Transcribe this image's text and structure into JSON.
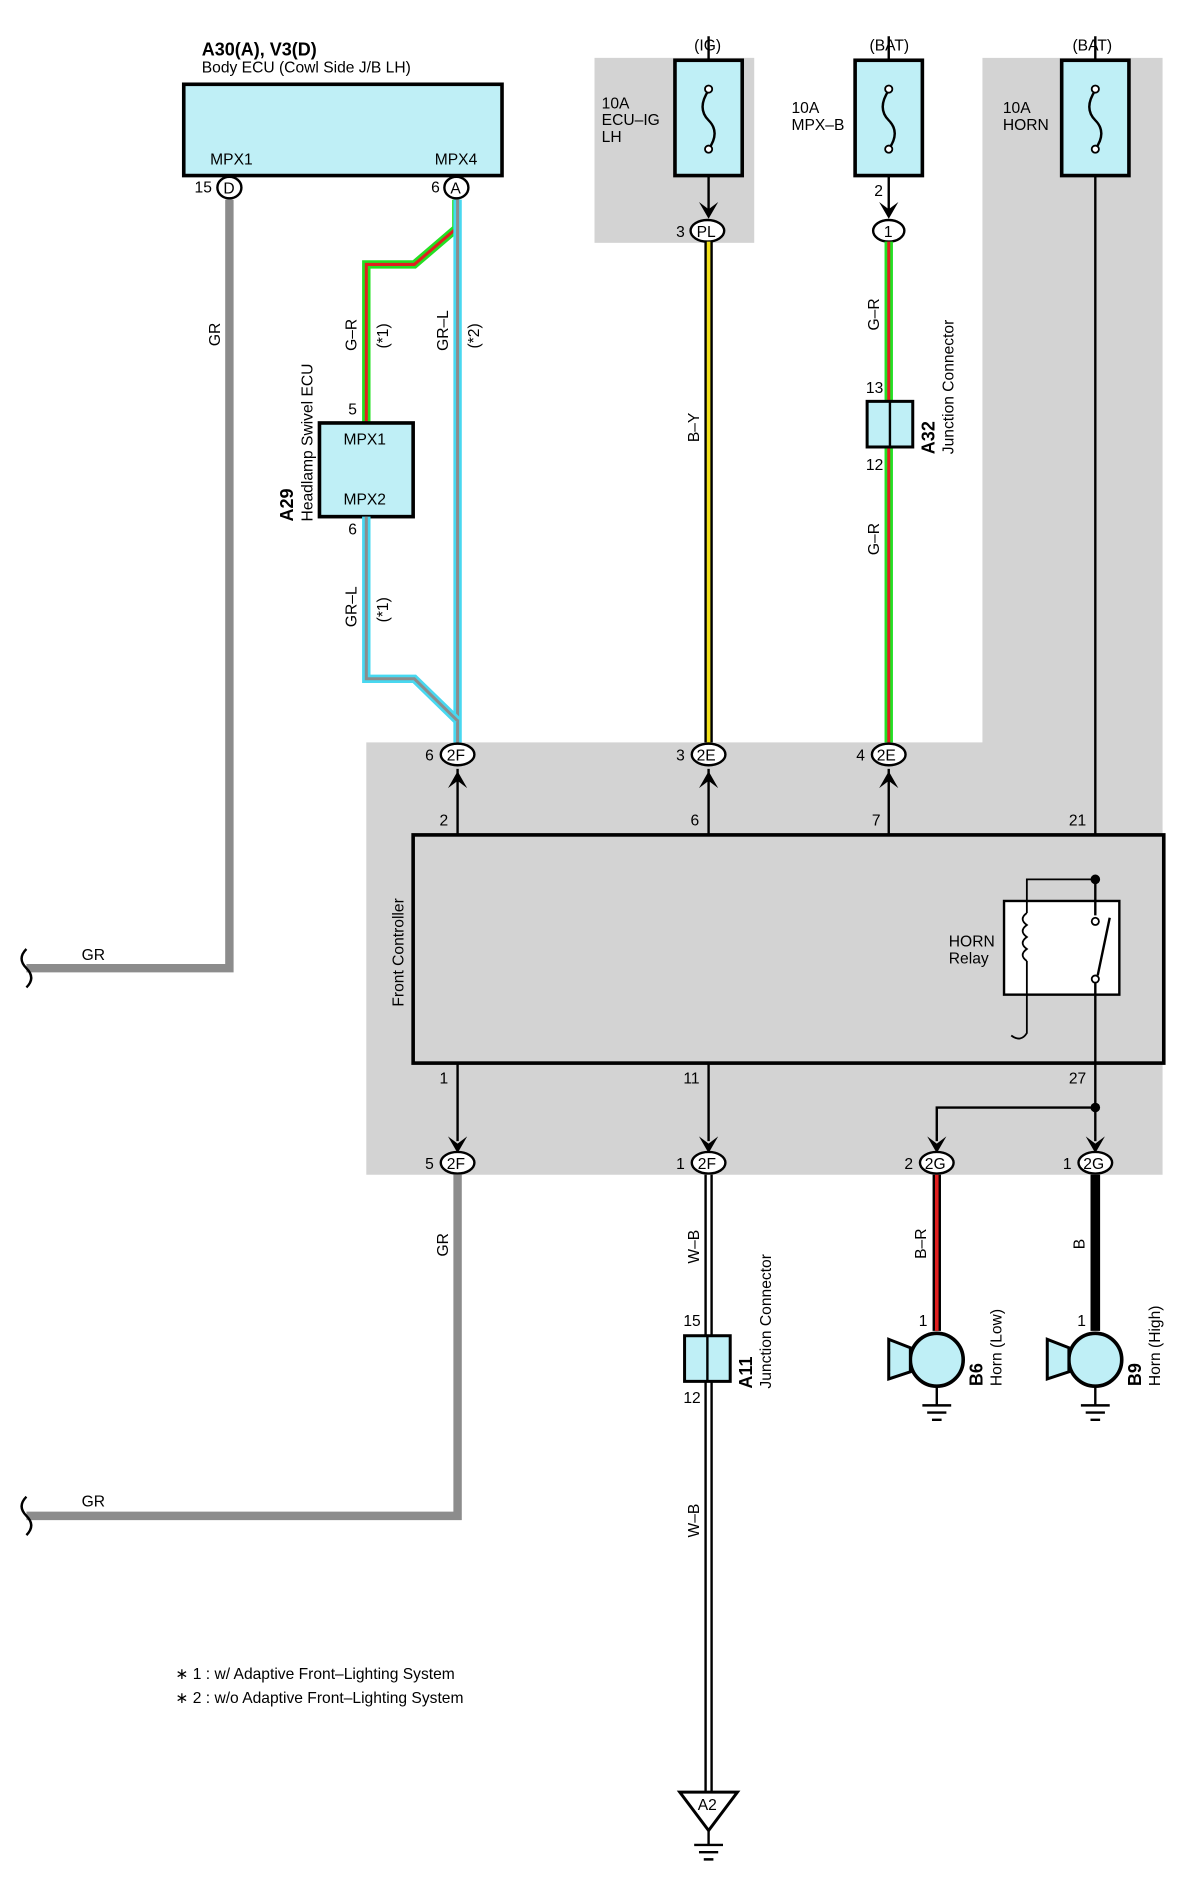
{
  "body_ecu": {
    "id": "A30(A), V3(D)",
    "name": "Body ECU (Cowl Side J/B LH)",
    "pin_mpx1": "MPX1",
    "pin_mpx4": "MPX4",
    "pin15_no": "15",
    "pin15_conn": "D",
    "pin6_no": "6",
    "pin6_conn": "A"
  },
  "fuses": {
    "ig": {
      "source": "(IG)",
      "amp": "10A",
      "name1": "ECU–IG",
      "name2": "LH"
    },
    "mpxb": {
      "source": "(BAT)",
      "amp": "10A",
      "name1": "MPX–B"
    },
    "horn": {
      "source": "(BAT)",
      "amp": "10A",
      "name1": "HORN"
    }
  },
  "pins_top": {
    "pl_no": "3",
    "pl_conn": "PL",
    "one_no": "2",
    "one_conn": "1"
  },
  "swivel_ecu": {
    "id": "A29",
    "name": "Headlamp Swivel ECU",
    "pin_a": "MPX1",
    "pin_b": "MPX2",
    "pin_a_no": "5",
    "pin_b_no": "6"
  },
  "junction_a32": {
    "id": "A32",
    "name": "Junction Connector",
    "pin_top": "13",
    "pin_bottom": "12"
  },
  "junction_a11": {
    "id": "A11",
    "name": "Junction Connector",
    "pin_top": "15",
    "pin_bottom": "12"
  },
  "wires": {
    "gr": "GR",
    "gr_r": "G–R",
    "gr_l": "GR–L",
    "b_y": "B–Y",
    "w_b": "W–B",
    "b_r": "B–R",
    "b": "B",
    "note1": "(*1)",
    "note2": "(*2)"
  },
  "front_controller": {
    "name": "Front Controller",
    "relay_name1": "HORN",
    "relay_name2": "Relay",
    "pin_top_1": "2",
    "pin_top_2": "6",
    "pin_top_3": "7",
    "pin_top_4": "21",
    "pin_bot_1": "1",
    "pin_bot_2": "11",
    "pin_bot_3": "27"
  },
  "connectors_mid": {
    "c1_no": "6",
    "c1_conn": "2F",
    "c2_no": "3",
    "c2_conn": "2E",
    "c3_no": "4",
    "c3_conn": "2E"
  },
  "connectors_bot": {
    "c1_no": "5",
    "c1_conn": "2F",
    "c2_no": "1",
    "c2_conn": "2F",
    "c3_no": "2",
    "c3_conn": "2G",
    "c4_no": "1",
    "c4_conn": "2G"
  },
  "horns": {
    "low_id": "B6",
    "low_name": "Horn (Low)",
    "low_pin": "1",
    "high_id": "B9",
    "high_name": "Horn (High)",
    "high_pin": "1"
  },
  "ground": {
    "id": "A2"
  },
  "notes": {
    "n1": "∗ 1 : w/ Adaptive Front–Lighting System",
    "n2": "∗ 2 : w/o Adaptive Front–Lighting System"
  },
  "colors": {
    "shade": "#d3d3d3",
    "box_fill": "#bfeff6",
    "gray_wire": "#8c8c8c",
    "green": "#23e023",
    "red": "#e02020",
    "cyan": "#48d8f0",
    "yellow": "#f2e01a"
  }
}
